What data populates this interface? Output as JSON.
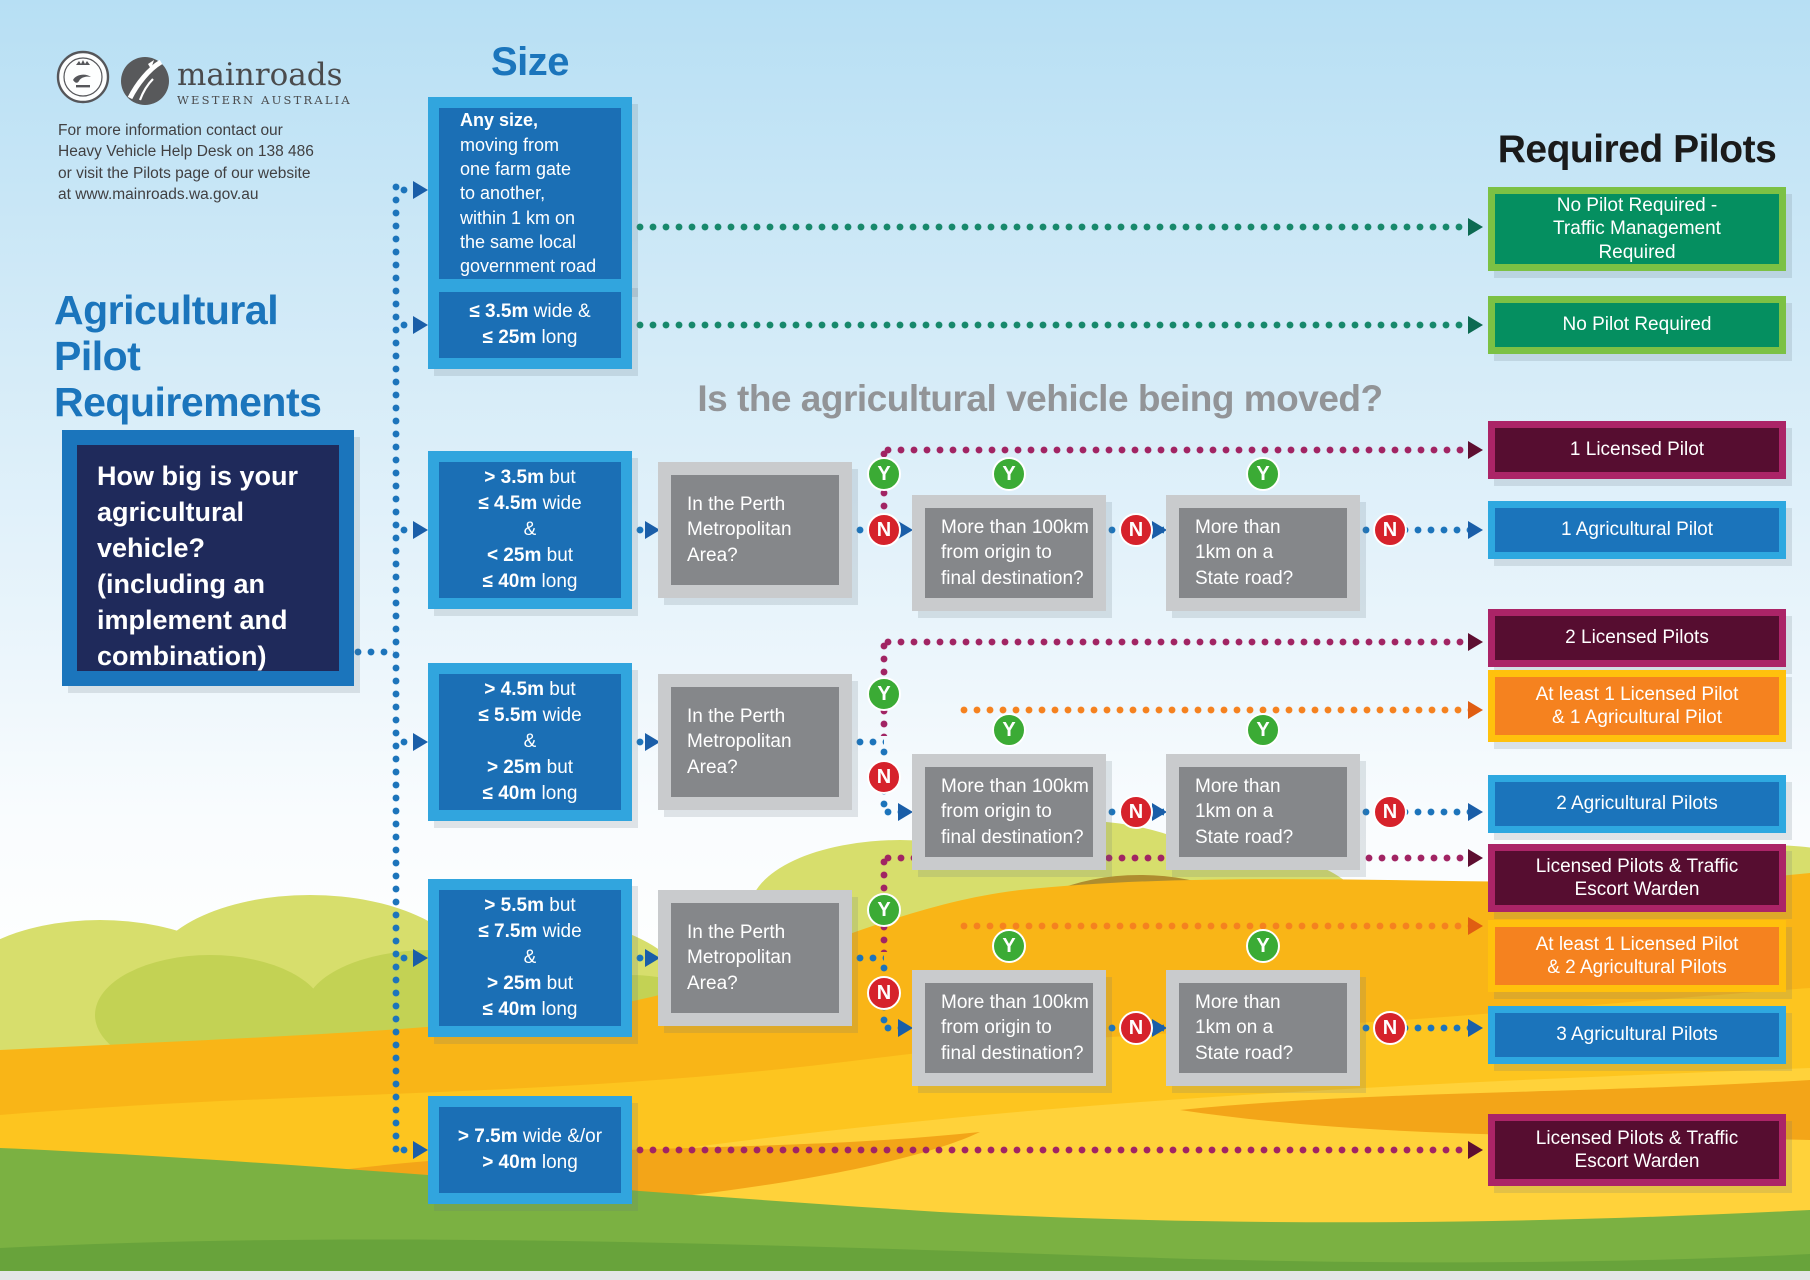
{
  "palette": {
    "title_blue": "#1b75bc",
    "size_box_fill": "#1b6fb5",
    "size_box_border": "#31a5de",
    "question_navy": "#1f2a5b",
    "gray_box_fill": "#85878a",
    "gray_header": "#929497",
    "green_result_fill": "#058f60",
    "green_result_border": "#7cc144",
    "maroon_result_fill": "#560d30",
    "maroon_result_border": "#ab2467",
    "blue_result_fill": "#1b74bb",
    "blue_result_border": "#2ea8e0",
    "orange_result_fill": "#f5821f",
    "orange_result_border": "#ffc10d",
    "yes_green": "#3bab35",
    "no_red": "#d6222b",
    "teal_line": "#17886b",
    "blue_line": "#1c74bb",
    "crimson_line": "#a12463",
    "orange_line": "#f5821f"
  },
  "branding": {
    "crest_alt": "Government of Western Australia crest",
    "logo_name": "mainroads",
    "logo_sub": "WESTERN AUSTRALIA",
    "contact_lines": [
      "For more information contact our",
      "Heavy Vehicle Help Desk on 138 486",
      "or visit the Pilots page of our website",
      "at www.mainroads.wa.gov.au"
    ]
  },
  "title_lines": [
    "Agricultural",
    "Pilot",
    "Requirements"
  ],
  "question_box_lines": [
    "How big is your",
    "agricultural",
    "vehicle?",
    "(including an",
    "implement and",
    "combination)"
  ],
  "size_column": {
    "header": "Size",
    "boxes": [
      {
        "lines": [
          "**Any size,**",
          "moving from",
          "one farm gate",
          "to another,",
          "within 1 km on",
          "the same local",
          "government road"
        ]
      },
      {
        "lines": [
          "**≤ 3.5m** wide &",
          "**≤ 25m** long"
        ]
      },
      {
        "lines": [
          "**> 3.5m** but",
          "**≤ 4.5m** wide",
          "&",
          "**< 25m** but",
          "**≤ 40m** long"
        ]
      },
      {
        "lines": [
          "**> 4.5m** but",
          "**≤ 5.5m** wide",
          "&",
          "**> 25m** but",
          "**≤ 40m** long"
        ]
      },
      {
        "lines": [
          "**> 5.5m** but",
          "**≤ 7.5m** wide",
          "&",
          "**> 25m** but",
          "**≤ 40m** long"
        ]
      },
      {
        "lines": [
          "**> 7.5m** wide &/or",
          "**> 40m** long"
        ]
      }
    ]
  },
  "decision": {
    "header": "Is the agricultural vehicle being moved?",
    "questions": {
      "metro": [
        "In the Perth",
        "Metropolitan",
        "Area?"
      ],
      "distance": [
        "More than 100km",
        "from origin to",
        "final destination?"
      ],
      "state_road": [
        "More than",
        "1km on a",
        "State road?"
      ]
    },
    "yes": "Y",
    "no": "N"
  },
  "results": {
    "header": "Required Pilots",
    "boxes": [
      {
        "id": "no-pilot-traffic-management",
        "style": "green",
        "lines": [
          "No Pilot Required -",
          "Traffic Management",
          "Required"
        ]
      },
      {
        "id": "no-pilot",
        "style": "green",
        "lines": [
          "No Pilot Required"
        ]
      },
      {
        "id": "1-licensed-pilot",
        "style": "maroon",
        "lines": [
          "1 Licensed Pilot"
        ]
      },
      {
        "id": "1-agricultural-pilot",
        "style": "blue",
        "lines": [
          "1 Agricultural Pilot"
        ]
      },
      {
        "id": "2-licensed-pilots",
        "style": "maroon",
        "lines": [
          "2 Licensed Pilots"
        ]
      },
      {
        "id": "1-licensed-1-agricultural",
        "style": "orange",
        "lines": [
          "At least 1 Licensed Pilot",
          "& 1 Agricultural Pilot"
        ]
      },
      {
        "id": "2-agricultural-pilots",
        "style": "blue",
        "lines": [
          "2 Agricultural Pilots"
        ]
      },
      {
        "id": "licensed-pilots-warden-1",
        "style": "maroon",
        "lines": [
          "Licensed Pilots & Traffic",
          "Escort Warden"
        ]
      },
      {
        "id": "1-licensed-2-agricultural",
        "style": "orange",
        "lines": [
          "At least 1 Licensed Pilot",
          "& 2 Agricultural Pilots"
        ]
      },
      {
        "id": "3-agricultural-pilots",
        "style": "blue",
        "lines": [
          "3 Agricultural Pilots"
        ]
      },
      {
        "id": "licensed-pilots-warden-2",
        "style": "maroon",
        "lines": [
          "Licensed Pilots & Traffic",
          "Escort Warden"
        ]
      }
    ]
  }
}
